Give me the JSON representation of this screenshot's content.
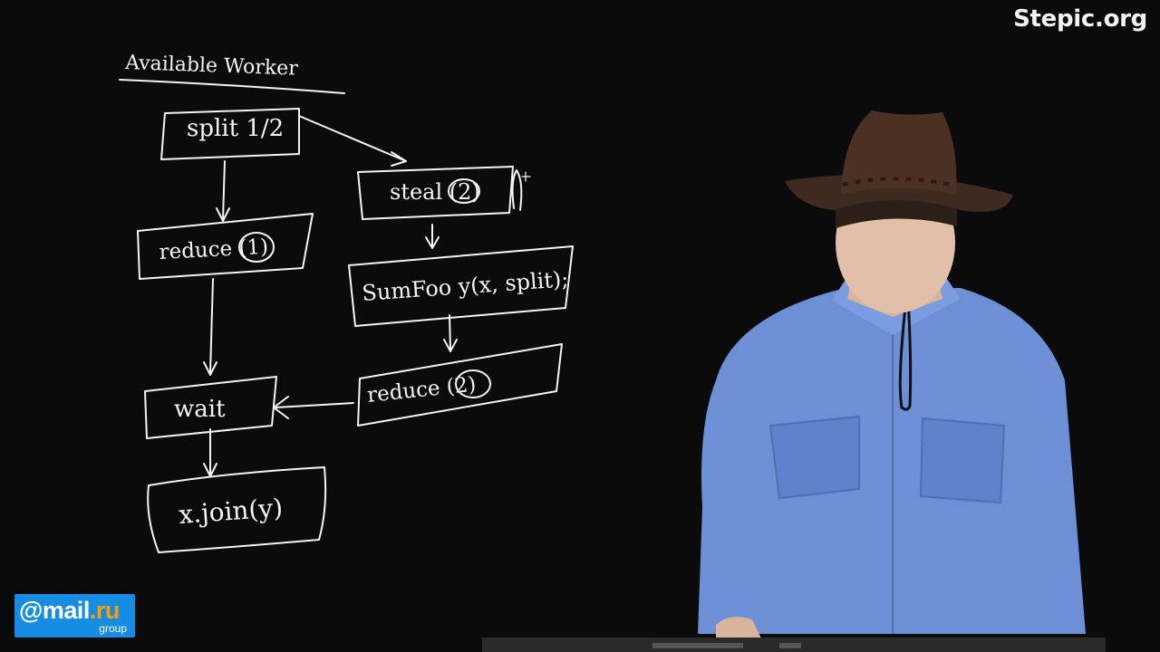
{
  "brand": {
    "name": "Stepic.org"
  },
  "board": {
    "title": "Available Worker",
    "nodes": {
      "split": "split 1/2",
      "steal": "steal (2)",
      "reduce1": "reduce (1)",
      "sumfoo": "SumFoo y(x, split);",
      "reduce2": "reduce (2)",
      "wait": "wait",
      "join": "x.join(y)"
    }
  },
  "sponsor": {
    "brand": "@mail",
    "suffix": ".ru",
    "sub": "group"
  },
  "colors": {
    "background": "#0b0b0b",
    "chalk": "#f4f4f4",
    "shirt": "#6c8fd6",
    "hat": "#4a3123",
    "sponsor_bg": "#168de2"
  },
  "icons": {
    "sponsor_logo": "mail-ru-group-logo"
  }
}
